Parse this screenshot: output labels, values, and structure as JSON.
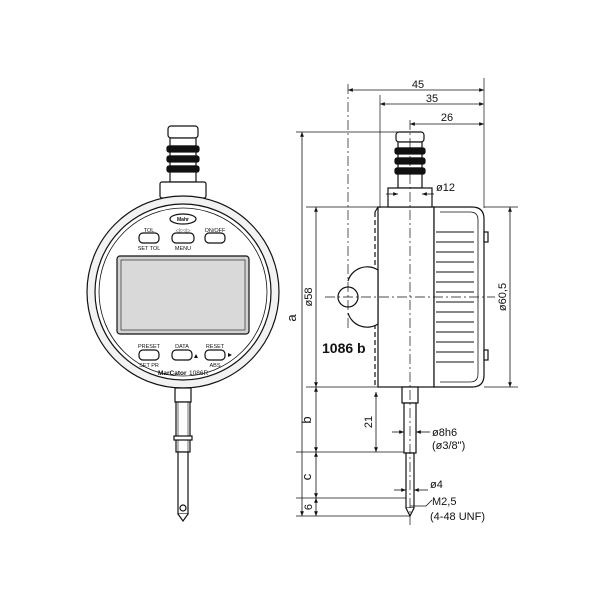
{
  "front_view": {
    "brand": "Mahr",
    "top_buttons": [
      {
        "label": "TOL",
        "sublabel": "SET TOL"
      },
      {
        "label": "◁○○▷",
        "sublabel": "MENU"
      },
      {
        "label": "ON/OFF",
        "sublabel": ""
      }
    ],
    "bottom_buttons": [
      {
        "label": "PRESET",
        "sublabel": "SET PR"
      },
      {
        "label": "DATA",
        "sublabel": ""
      },
      {
        "label": "RESET",
        "sublabel": "ABS"
      }
    ],
    "product_name": "MarCator",
    "model": "1086R"
  },
  "side_view": {
    "model_label": "1086 b",
    "dimensions": {
      "d45": "45",
      "d35": "35",
      "d26": "26",
      "d12": "ø12",
      "d58": "ø58",
      "d605": "ø60,5",
      "a": "a",
      "b": "b",
      "c": "c",
      "d21": "21",
      "d6": "6",
      "d8h6": "ø8h6",
      "d38": "(ø3/8\")",
      "d4": "ø4",
      "m25": "M2,5",
      "unf": "(4-48 UNF)"
    }
  }
}
